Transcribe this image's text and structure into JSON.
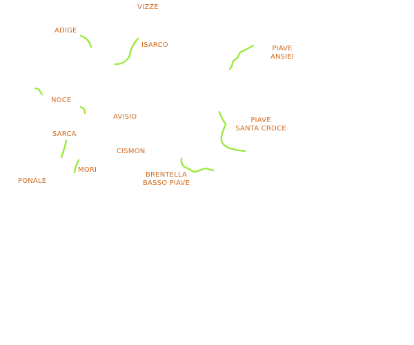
{
  "colors": {
    "label": "#d2691e",
    "river": "#9aea3a",
    "background": "#ffffff"
  },
  "labels": {
    "vizze": "VIZZE",
    "adige": "ADIGE",
    "isarco": "ISARCO",
    "piave_ansiei_line1": "PIAVE",
    "piave_ansiei_line2": "ANSIEI",
    "noce": "NOCE",
    "avisio": "AVISIO",
    "piave_santa_croce_line1": "PIAVE",
    "piave_santa_croce_line2": "SANTA CROCE",
    "sarca": "SARCA",
    "cismon": "CISMON",
    "mori": "MORI",
    "brentella_line1": "BRENTELLA",
    "brentella_line2": "BASSO PIAVE",
    "ponale": "PONALE"
  }
}
